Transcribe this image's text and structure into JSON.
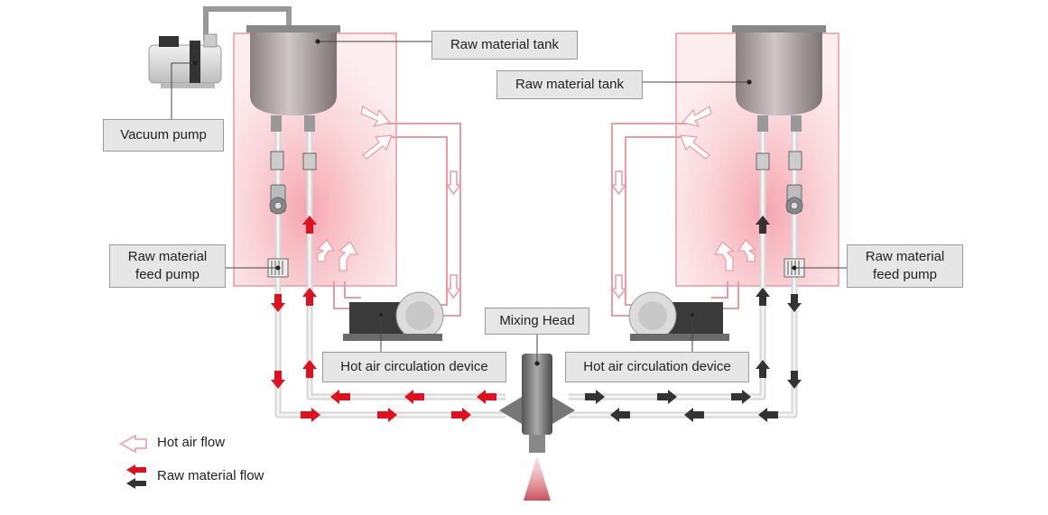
{
  "callouts": {
    "tank_left": "Raw material tank",
    "tank_right": "Raw material tank",
    "vacuum_pump": "Vacuum pump",
    "feed_pump_left": "Raw material\nfeed pump",
    "feed_pump_right": "Raw material\nfeed pump",
    "mixing_head": "Mixing Head",
    "hot_air_left": "Hot air circulation device",
    "hot_air_right": "Hot air circulation device"
  },
  "legend": {
    "hot_air_flow": "Hot air flow",
    "raw_material_flow": "Raw material flow"
  },
  "colors": {
    "hot_air_region": "#f6c3c8",
    "hot_air_border": "#e79aa3",
    "raw_material_red": "#e0101e",
    "raw_material_dark": "#333333",
    "pipe": "#d9d9d9",
    "callout_bg": "#e6e6e6"
  },
  "icons": {
    "hot_air_arrow": "hollow-pink-arrow-icon",
    "flow_arrow_red": "red-arrow-icon",
    "flow_arrow_dark": "dark-arrow-icon"
  }
}
